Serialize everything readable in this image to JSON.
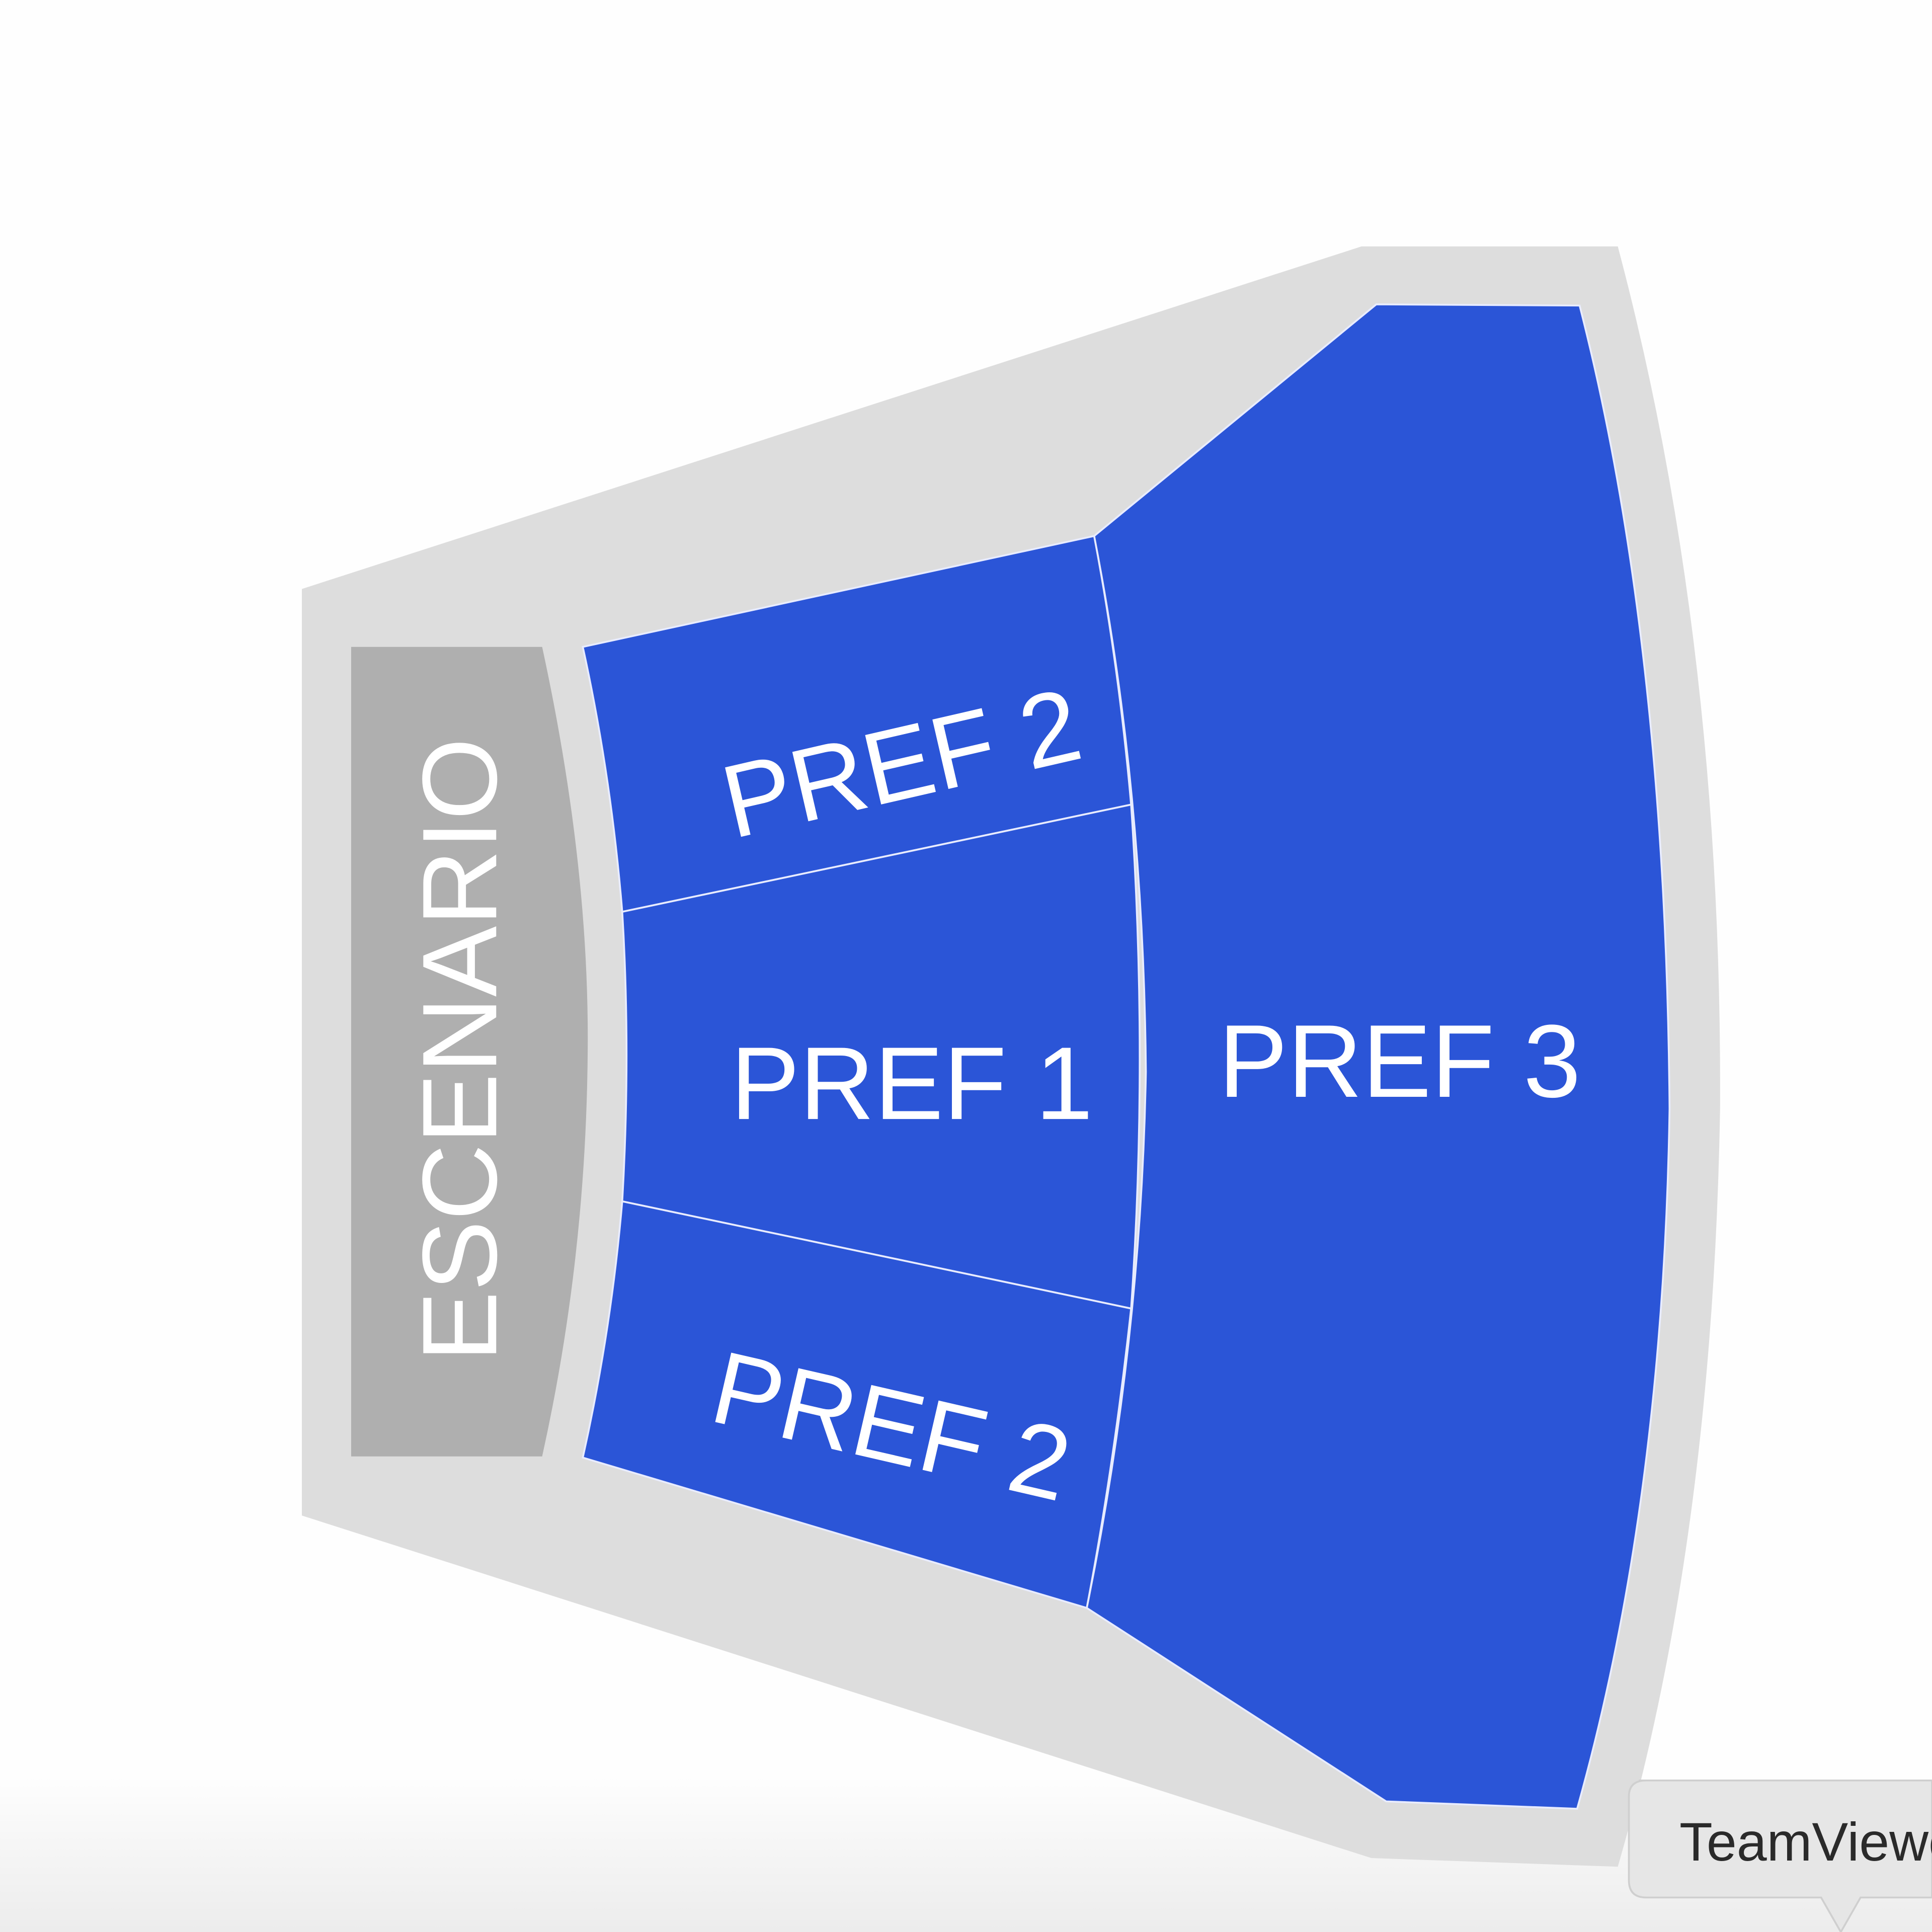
{
  "seat_map": {
    "stage_label": "ESCENARIO",
    "sections": [
      {
        "id": "pref2-top",
        "label": "PREF 2"
      },
      {
        "id": "pref1",
        "label": "PREF 1"
      },
      {
        "id": "pref2-bottom",
        "label": "PREF 2"
      },
      {
        "id": "pref3",
        "label": "PREF 3"
      }
    ],
    "colors": {
      "section": "#2b55d7",
      "stage": "#afafaf",
      "venue": "#dddddd"
    }
  },
  "tooltip": {
    "text": "TeamViewer"
  }
}
